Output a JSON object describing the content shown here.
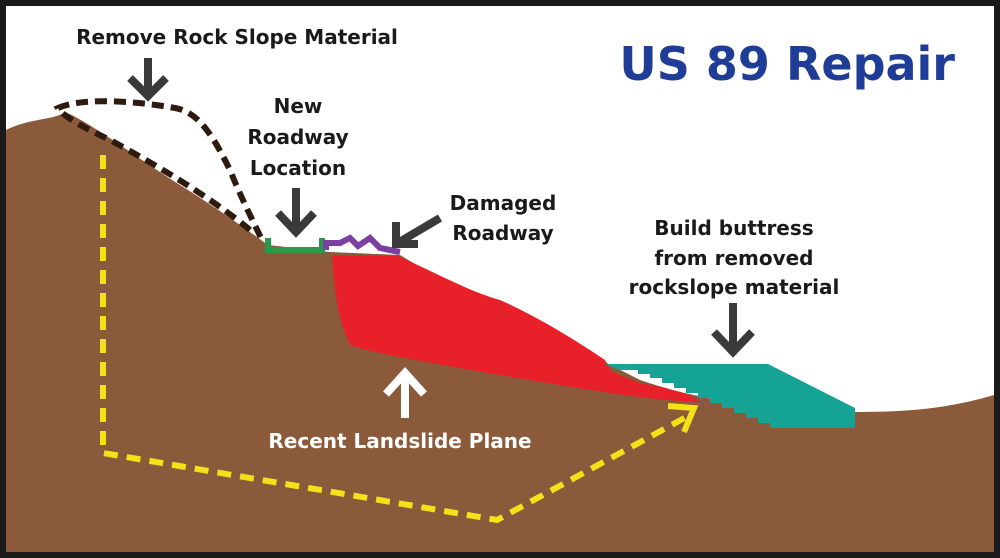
{
  "title": "US 89 Repair",
  "labels": {
    "remove_rock": "Remove Rock Slope Material",
    "new_roadway": [
      "New",
      "Roadway",
      "Location"
    ],
    "damaged_roadway": [
      "Damaged",
      "Roadway"
    ],
    "buttress": [
      "Build buttress",
      "from removed",
      "rockslope material"
    ],
    "landslide_plane": "Recent Landslide Plane"
  },
  "colors": {
    "ground": "#8a5a3a",
    "landslide": "#e8202a",
    "buttress": "#14a394",
    "new_road": "#2a9a4a",
    "damaged_road": "#7a3fa0",
    "failure_path": "#f5e11a",
    "removal_outline": "#2e1a0e",
    "title": "#1f3d96",
    "arrow_dark": "#3a3a3a",
    "arrow_light": "#ffffff"
  }
}
